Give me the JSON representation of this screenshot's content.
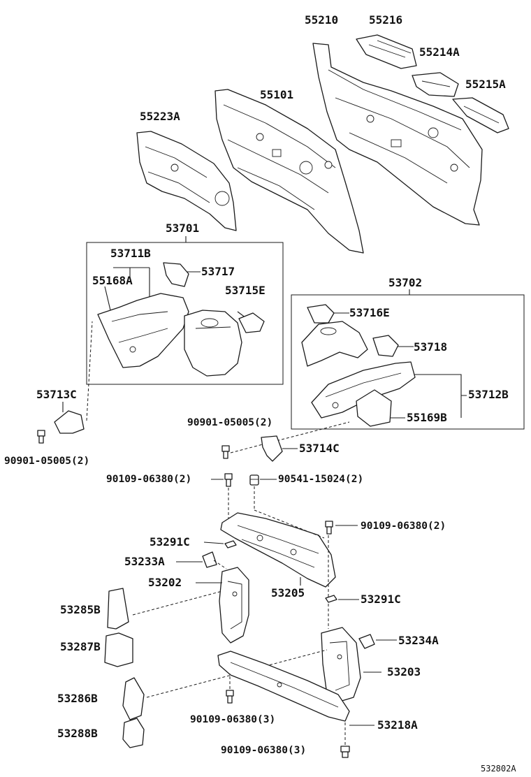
{
  "labels": {
    "p55210": "55210",
    "p55216": "55216",
    "p55214A": "55214A",
    "p55215A": "55215A",
    "p55101": "55101",
    "p55223A": "55223A",
    "p53701": "53701",
    "p53711B": "53711B",
    "p53717": "53717",
    "p55168A": "55168A",
    "p53715E": "53715E",
    "p53702": "53702",
    "p53716E": "53716E",
    "p53718": "53718",
    "p53712B": "53712B",
    "p55169B": "55169B",
    "p53713C": "53713C",
    "b9090105005L": "90901-05005(2)",
    "b9090105005R": "90901-05005(2)",
    "p53714C": "53714C",
    "b9010906380a": "90109-06380(2)",
    "b9054115024": "90541-15024(2)",
    "b9010906380b": "90109-06380(2)",
    "p53291C1": "53291C",
    "p53233A": "53233A",
    "p53202": "53202",
    "p53205": "53205",
    "p53291C2": "53291C",
    "p53285B": "53285B",
    "p53287B": "53287B",
    "p53234A": "53234A",
    "p53203": "53203",
    "p53286B": "53286B",
    "b9010906380c": "90109-06380(3)",
    "p53218A": "53218A",
    "p53288B": "53288B",
    "b9010906380d": "90109-06380(3)",
    "figure_code": "532802A"
  }
}
